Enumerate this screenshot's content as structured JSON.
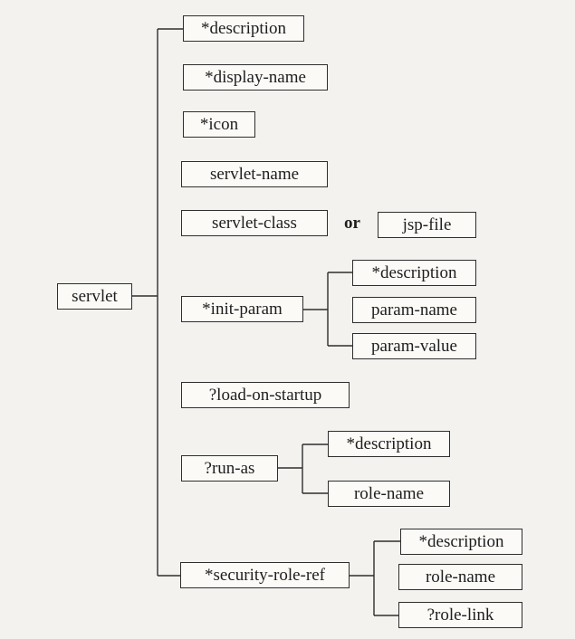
{
  "root": {
    "label": "servlet"
  },
  "children": {
    "description": "*description",
    "display_name": "*display-name",
    "icon": "*icon",
    "servlet_name": "servlet-name",
    "servlet_class": "servlet-class",
    "or_word": "or",
    "jsp_file": "jsp-file",
    "init_param": {
      "label": "*init-param",
      "children": [
        "*description",
        "param-name",
        "param-value"
      ]
    },
    "load_on_startup": "?load-on-startup",
    "run_as": {
      "label": "?run-as",
      "children": [
        "*description",
        "role-name"
      ]
    },
    "security_role_ref": {
      "label": "*security-role-ref",
      "children": [
        "*description",
        "role-name",
        "?role-link"
      ]
    }
  }
}
